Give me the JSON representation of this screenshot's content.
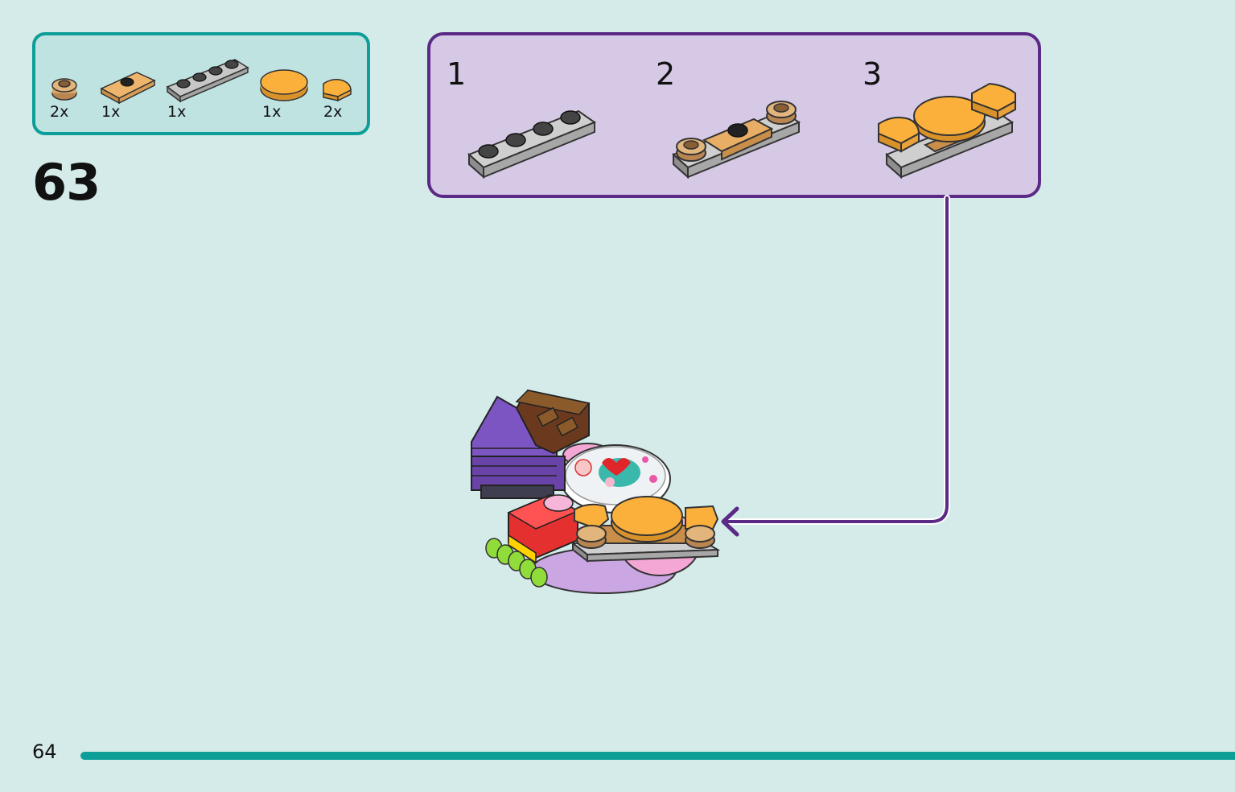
{
  "parts_list": [
    {
      "name": "round-plate-1x1-tan",
      "quantity": "2x",
      "color": "#c9955b"
    },
    {
      "name": "jumper-plate-1x2-tan",
      "quantity": "1x",
      "color": "#e0a45c"
    },
    {
      "name": "plate-1x4-light-gray",
      "quantity": "1x",
      "color": "#a8a8a8"
    },
    {
      "name": "round-tile-2x2-bright-orange",
      "quantity": "1x",
      "color": "#fbb03b"
    },
    {
      "name": "quarter-tile-bright-orange",
      "quantity": "2x",
      "color": "#fbb03b"
    }
  ],
  "step_number": "63",
  "sub_steps": [
    {
      "number": "1"
    },
    {
      "number": "2"
    },
    {
      "number": "3"
    }
  ],
  "colors": {
    "background": "#d5ebe9",
    "parts_box_border": "#0e9e98",
    "sub_assembly_border": "#5b2a86",
    "sub_assembly_fill": "#d6c9e6",
    "arrow": "#5b2a86"
  },
  "page_number": "64"
}
